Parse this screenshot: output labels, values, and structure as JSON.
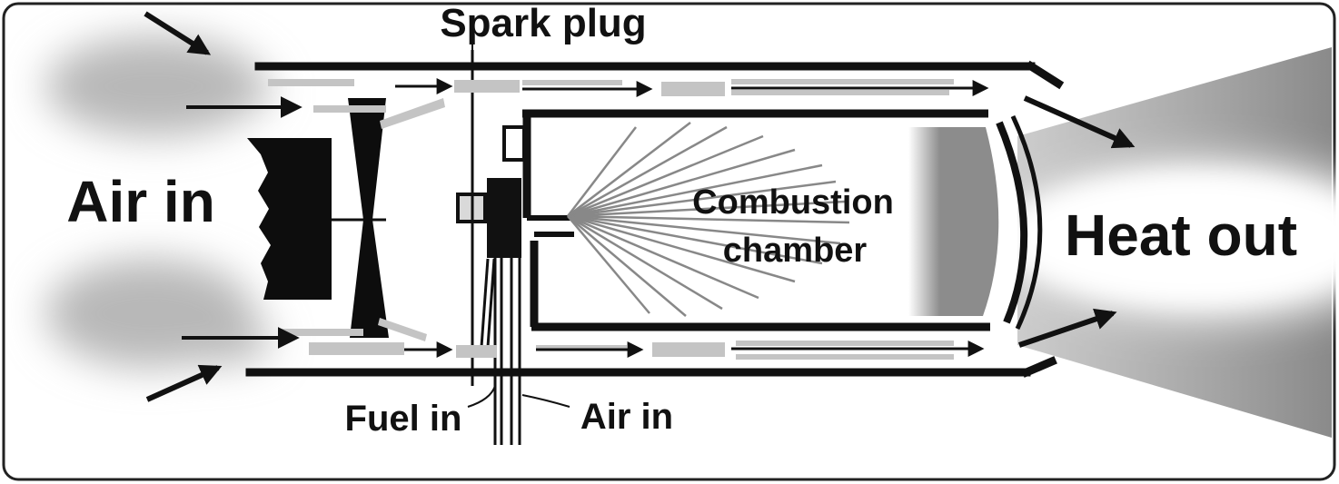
{
  "labels": {
    "spark_plug": "Spark plug",
    "air_in_main": "Air in",
    "combustion_line1": "Combustion",
    "combustion_line2": "chamber",
    "heat_out": "Heat out",
    "fuel_in": "Fuel in",
    "air_in_small": "Air in"
  },
  "colors": {
    "ink": "#111111",
    "smoke": "#b8b8b8",
    "exhaust": "#8a8a8a",
    "flow_bar": "#c4c4c4",
    "frame": "#222222"
  },
  "icons": {
    "arrow": "flow-arrow-icon",
    "fan": "compressor-fan-icon"
  }
}
